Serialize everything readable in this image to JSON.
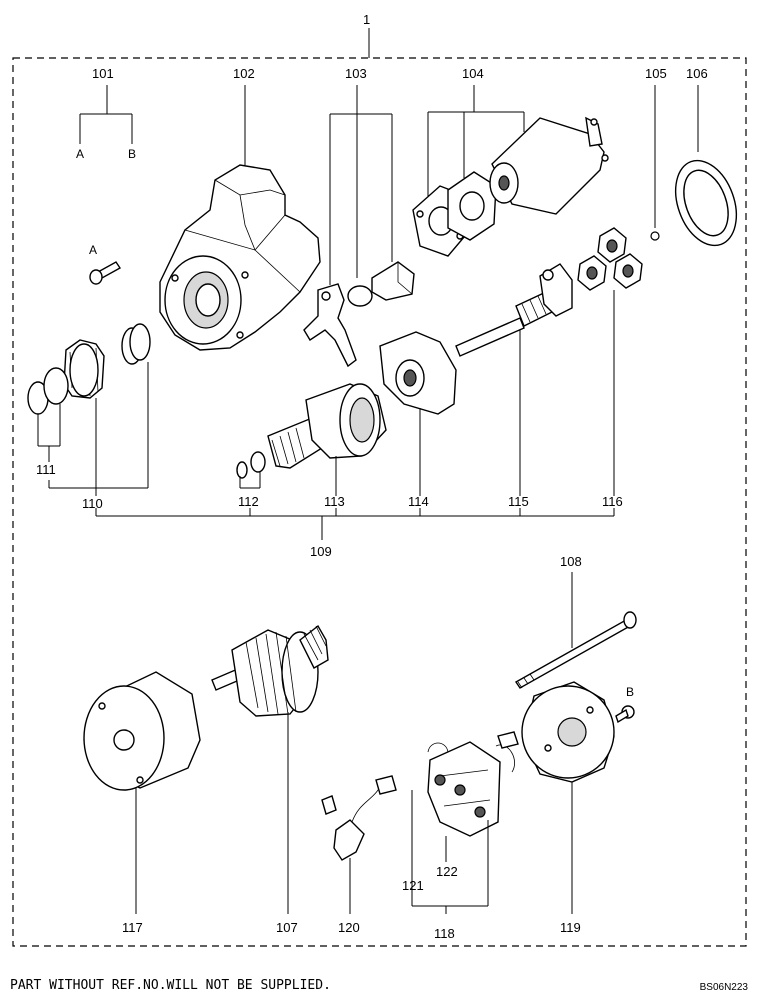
{
  "assembly_label": "1",
  "labels": {
    "l101": "101",
    "l102": "102",
    "l103": "103",
    "l104": "104",
    "l105": "105",
    "l106": "106",
    "l107": "107",
    "l108": "108",
    "l109": "109",
    "l110": "110",
    "l111": "111",
    "l112": "112",
    "l113": "113",
    "l114": "114",
    "l115": "115",
    "l116": "116",
    "l117": "117",
    "l118": "118",
    "l119": "119",
    "l120": "120",
    "l121": "121",
    "l122": "122"
  },
  "sub_labels": {
    "a_top": "A",
    "b_top": "B",
    "a_bolt": "A",
    "b_screw": "B"
  },
  "footer_note": "PART WITHOUT REF.NO.WILL NOT BE SUPPLIED.",
  "drawing_code": "BS06N223"
}
